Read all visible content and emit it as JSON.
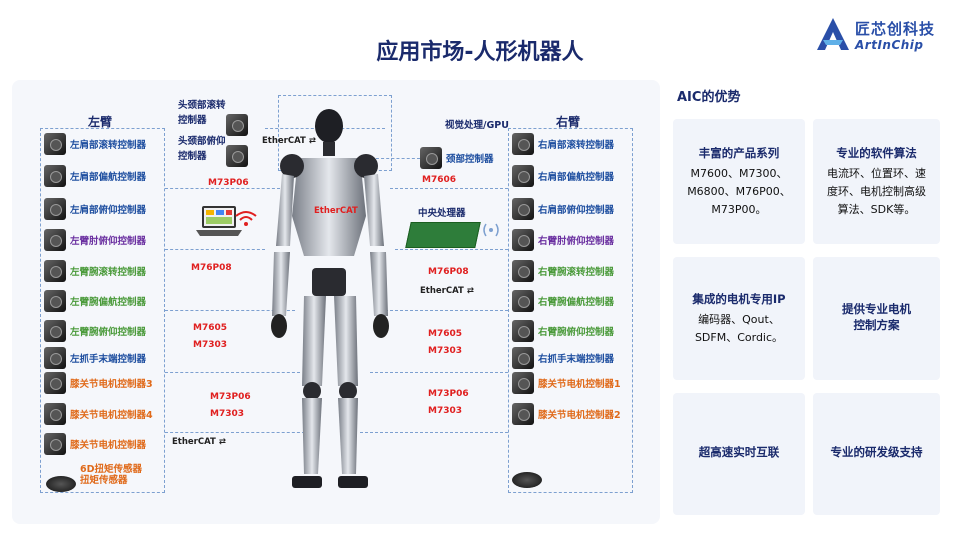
{
  "title": "应用市场-人形机器人",
  "logo": {
    "cn": "匠芯创科技",
    "en": "ArtInChip"
  },
  "left_arm": {
    "heading": "左臂",
    "items": [
      {
        "label": "左肩部滚转控制器",
        "color": "blue"
      },
      {
        "label": "左肩部偏航控制器",
        "color": "blue"
      },
      {
        "label": "左肩部俯仰控制器",
        "color": "blue"
      },
      {
        "label": "左臂肘俯仰控制器",
        "color": "purple"
      },
      {
        "label": "左臂腕滚转控制器",
        "color": "green"
      },
      {
        "label": "左臂腕偏航控制器",
        "color": "green"
      },
      {
        "label": "左臂腕俯仰控制器",
        "color": "green"
      },
      {
        "label": "左抓手末端控制器",
        "color": "blue"
      },
      {
        "label": "膝关节电机控制器3",
        "color": "orange"
      },
      {
        "label": "膝关节电机控制器4",
        "color": "orange"
      },
      {
        "label": "膝关节电机控制器",
        "color": "orange"
      },
      {
        "label": "6D扭矩传感器\n扭矩传感器",
        "color": "orange"
      }
    ]
  },
  "right_arm": {
    "heading": "右臂",
    "items": [
      {
        "label": "右肩部滚转控制器",
        "color": "blue"
      },
      {
        "label": "右肩部偏航控制器",
        "color": "blue"
      },
      {
        "label": "右肩部俯仰控制器",
        "color": "blue"
      },
      {
        "label": "右臂肘俯仰控制器",
        "color": "purple"
      },
      {
        "label": "右臂腕滚转控制器",
        "color": "green"
      },
      {
        "label": "右臂腕偏航控制器",
        "color": "green"
      },
      {
        "label": "右臂腕俯仰控制器",
        "color": "green"
      },
      {
        "label": "右抓手末端控制器",
        "color": "blue"
      },
      {
        "label": "膝关节电机控制器1",
        "color": "orange"
      },
      {
        "label": "膝关节电机控制器2",
        "color": "orange"
      },
      {
        "label": "",
        "color": "orange"
      }
    ]
  },
  "head": {
    "roll": "头颈部滚转\n控制器",
    "pitch": "头颈部俯仰\n控制器",
    "vision": "视觉处理/GPU",
    "neck": "颈部控制器",
    "cpu": "中央处理器"
  },
  "chips": {
    "c1": "M73P06",
    "c2": "M7606",
    "c3": "M76P08",
    "c4": "M76P08",
    "c5": "M7605\nM7303",
    "c6": "M7605\nM7303",
    "c7": "M73P06\nM7303",
    "c8": "M73P06\nM7303"
  },
  "ethercat": {
    "label": "EtherCAT",
    "prefix": "Ether",
    "suffix": "CAT"
  },
  "advantages": {
    "heading": "AIC的优势",
    "cards": [
      {
        "title": "丰富的产品系列",
        "body": "M7600、M7300、\nM6800、M76P00、\nM73P00。"
      },
      {
        "title": "专业的软件算法",
        "body": "电流环、位置环、速\n度环、电机控制高级\n算法、SDK等。"
      },
      {
        "title": "集成的电机专用IP",
        "body": "编码器、Qout、\nSDFM、Cordic。"
      },
      {
        "title": "提供专业电机\n控制方案",
        "body": ""
      },
      {
        "title": "超高速实时互联",
        "body": ""
      },
      {
        "title": "专业的研发级支持",
        "body": ""
      }
    ]
  },
  "colors": {
    "blue": "#1f4fa0",
    "purple": "#6a2fa0",
    "green": "#4a9a3a",
    "orange": "#e06a1a",
    "red": "#e02020",
    "navy": "#1a2a6c"
  }
}
